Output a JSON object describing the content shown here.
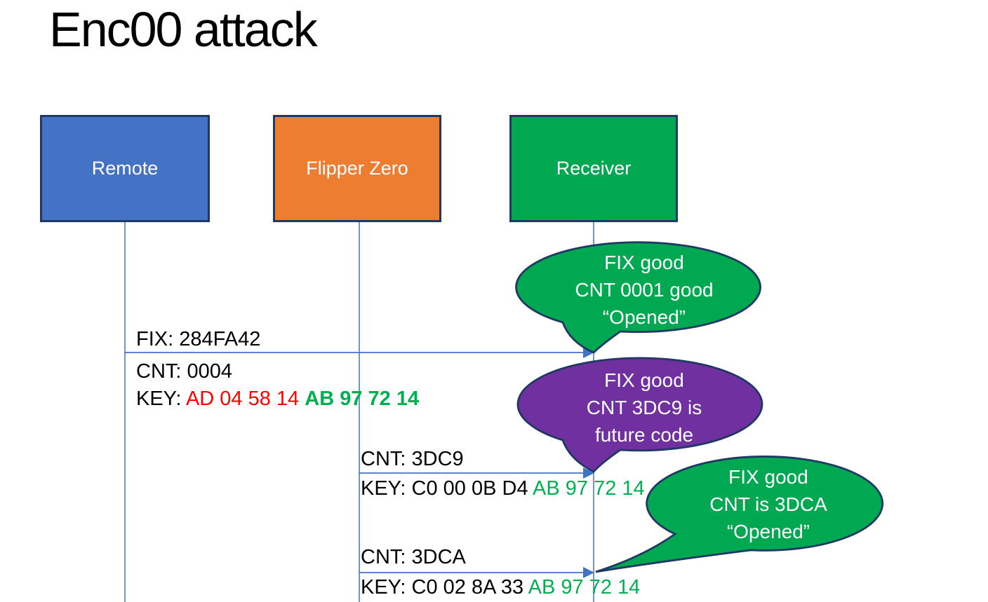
{
  "title": "Enc00 attack",
  "actors": [
    {
      "label": "Remote",
      "fill": "#4472C4"
    },
    {
      "label": "Flipper Zero",
      "fill": "#ED7D31"
    },
    {
      "label": "Receiver",
      "fill": "#00A851"
    }
  ],
  "messages": {
    "m1": {
      "fix": "FIX: 284FA42",
      "cnt": "CNT: 0004",
      "key_prefix": "KEY: ",
      "key_changing": "AD 04 58 14 ",
      "key_fixed": "AB 97 72 14"
    },
    "m2": {
      "cnt": "CNT: 3DC9",
      "key_prefix": "KEY: C0 00 0B D4 ",
      "key_fixed": "AB 97 72 14"
    },
    "m3": {
      "cnt": "CNT: 3DCA",
      "key_prefix": "KEY: C0 02 8A 33 ",
      "key_fixed": "AB 97 72 14"
    }
  },
  "bubbles": [
    {
      "fill": "#00A851",
      "lines": [
        "FIX good",
        "CNT 0001 good",
        "“Opened”"
      ]
    },
    {
      "fill": "#7030A0",
      "lines": [
        "FIX good",
        "CNT 3DC9 is",
        "future code"
      ]
    },
    {
      "fill": "#00A851",
      "lines": [
        "FIX good",
        "CNT is 3DCA",
        "“Opened”"
      ]
    }
  ],
  "colors": {
    "actor_border": "#1F3864",
    "remote_fill": "#4472C4",
    "flipper_fill": "#ED7D31",
    "receiver_fill": "#00A851",
    "bubble_green": "#00A851",
    "bubble_purple": "#7030A0",
    "bubble_outline": "#1F3864",
    "arrow_blue": "#4472C4",
    "key_changed_red": "#FF0000",
    "key_fixed_green": "#00B050",
    "title_color": "#000000",
    "bubble_text_color": "#FFFFFF"
  }
}
